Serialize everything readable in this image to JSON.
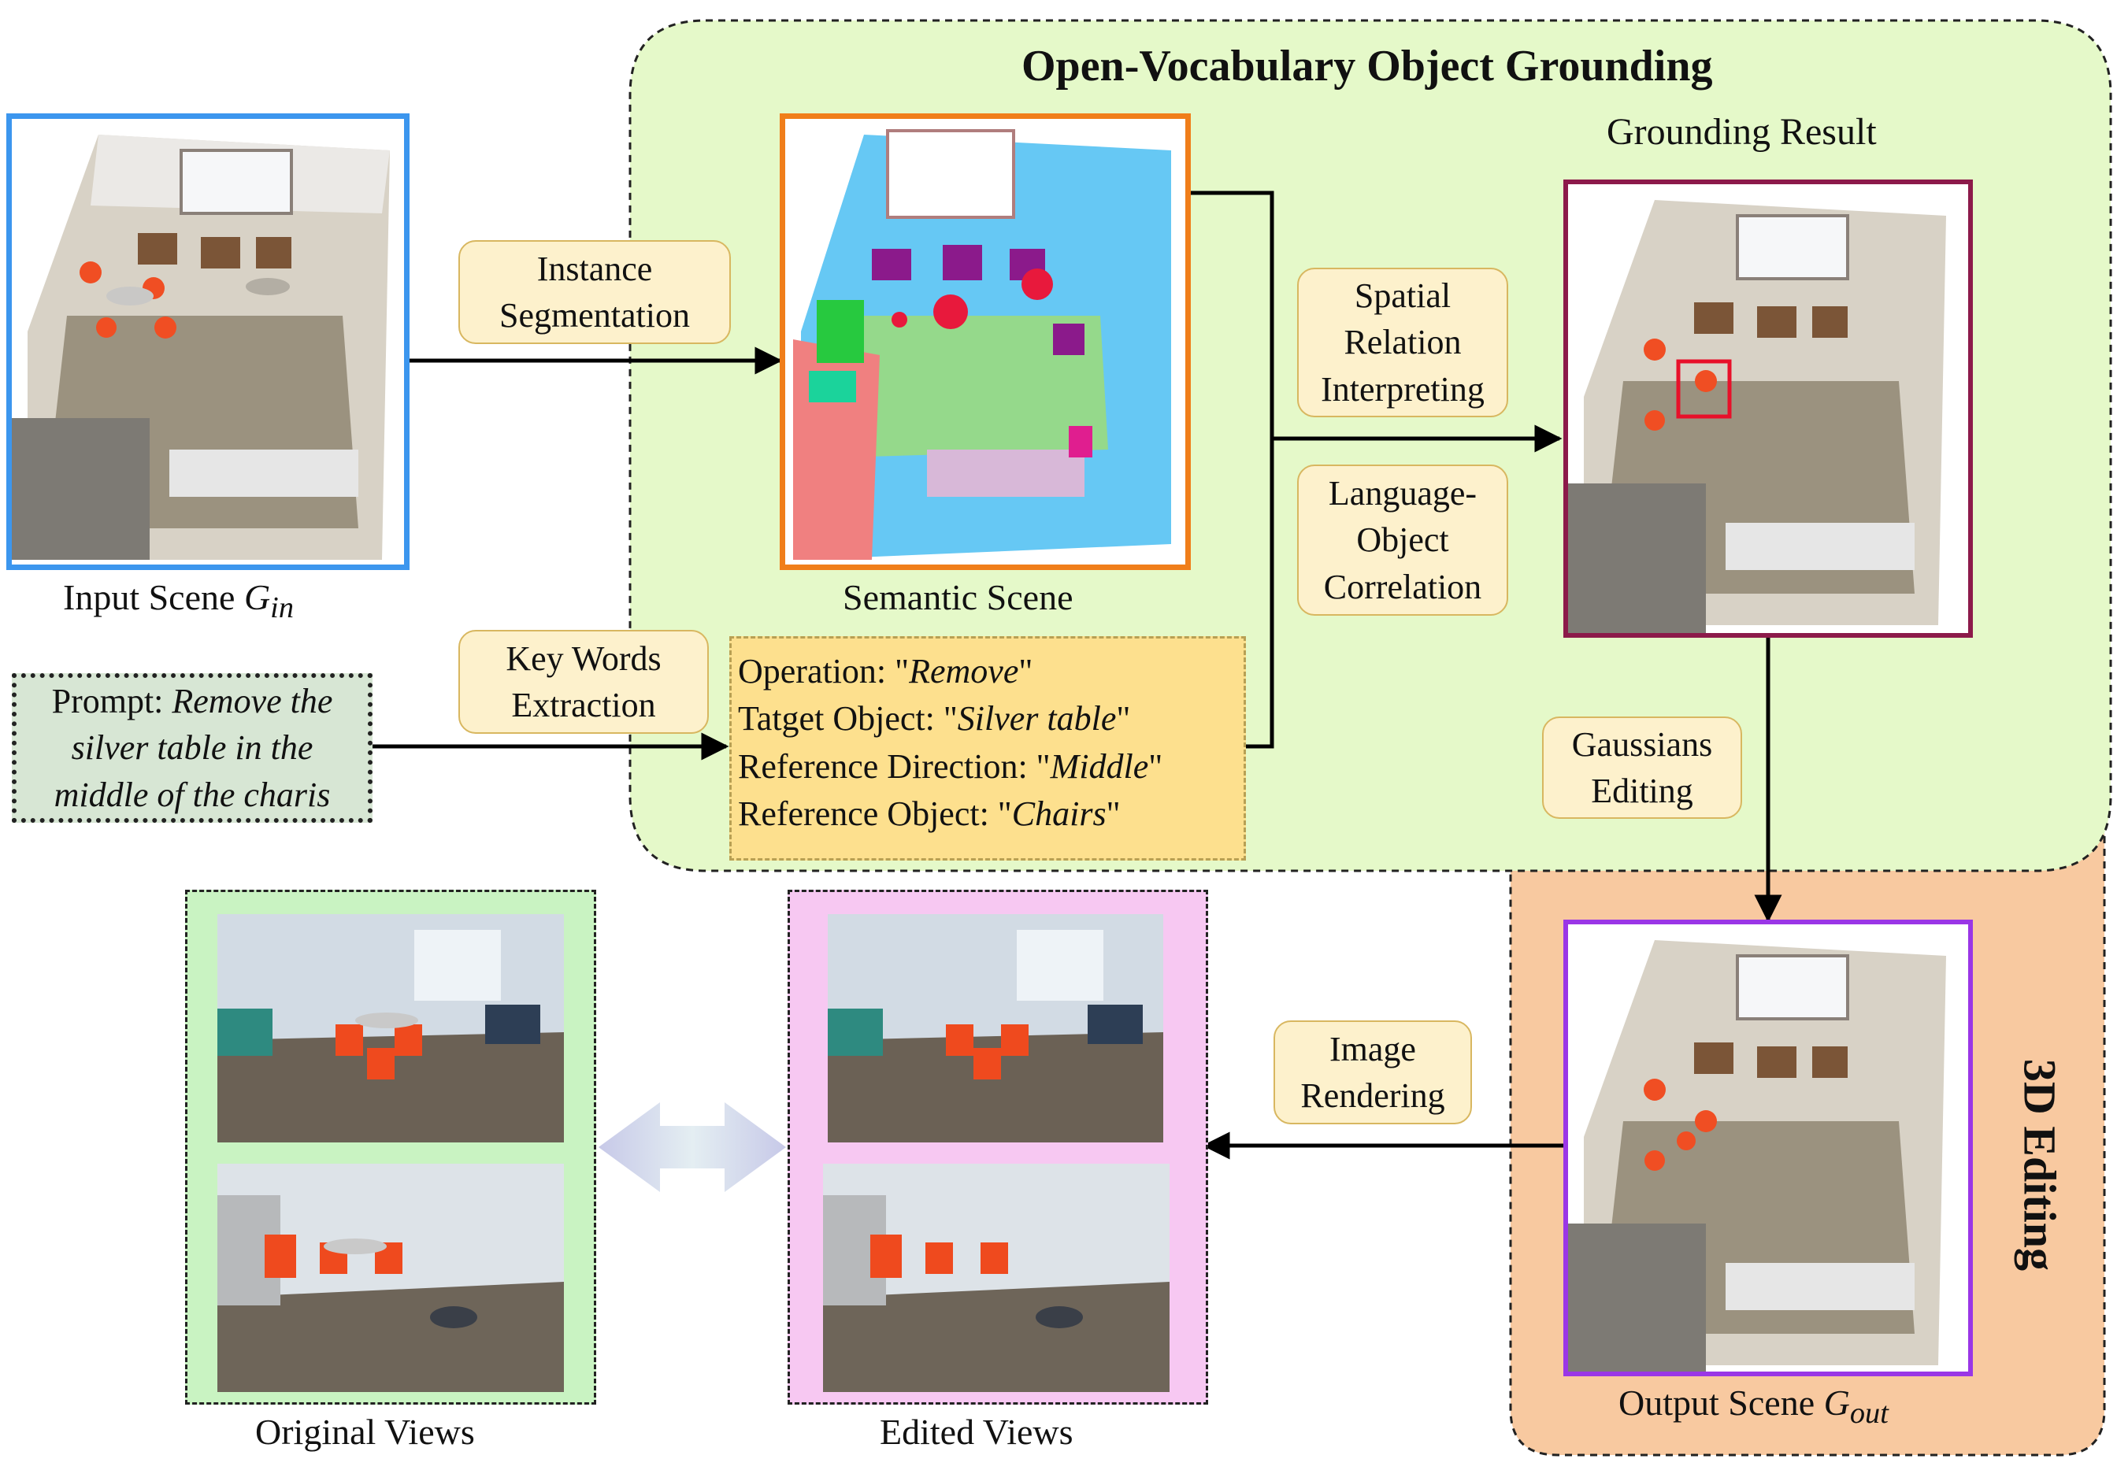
{
  "title": "Open-Vocabulary Object Grounding",
  "editing_title": "3D Editing",
  "input_scene": {
    "caption": "Input Scene ",
    "symbol": "G",
    "sub": "in"
  },
  "semantic_scene": {
    "caption": "Semantic Scene"
  },
  "grounding_result": {
    "caption": "Grounding Result"
  },
  "output_scene": {
    "caption": "Output Scene ",
    "symbol": "G",
    "sub": "out"
  },
  "steps": {
    "instance_segmentation": [
      "Instance",
      "Segmentation"
    ],
    "spatial_relation": [
      "Spatial",
      "Relation",
      "Interpreting"
    ],
    "language_object": [
      "Language-",
      "Object",
      "Correlation"
    ],
    "key_words": [
      "Key Words",
      "Extraction"
    ],
    "gaussians_editing": [
      "Gaussians",
      "Editing"
    ],
    "image_rendering": [
      "Image",
      "Rendering"
    ]
  },
  "prompt": {
    "prefix": "Prompt: ",
    "line1": "Remove the",
    "line2": "silver table in the",
    "line3": "middle of  the charis"
  },
  "keywords": [
    {
      "key": "Operation: \"",
      "value": "Remove",
      "end": "\""
    },
    {
      "key": "Tatget Object: \"",
      "value": "Silver table",
      "end": "\""
    },
    {
      "key": "Reference Direction: \"",
      "value": "Middle",
      "end": "\""
    },
    {
      "key": "Reference Object: \"",
      "value": "Chairs",
      "end": "\""
    }
  ],
  "views": {
    "original_caption": "Original Views",
    "edited_caption": "Edited Views"
  },
  "colors": {
    "grounding_bg": "#e5f9c9",
    "editing_bg": "#f8c9a0",
    "input_border": "#3c96ee",
    "semantic_border": "#f07e1a",
    "grounding_border": "#8c1a4a",
    "output_border": "#9a36e6",
    "original_bg": "#c9f3c2",
    "edited_bg": "#f7c8f2",
    "pill_bg": "#fdf1cc",
    "prompt_bg": "#d7e6d4",
    "keyword_bg": "#fde08e"
  }
}
